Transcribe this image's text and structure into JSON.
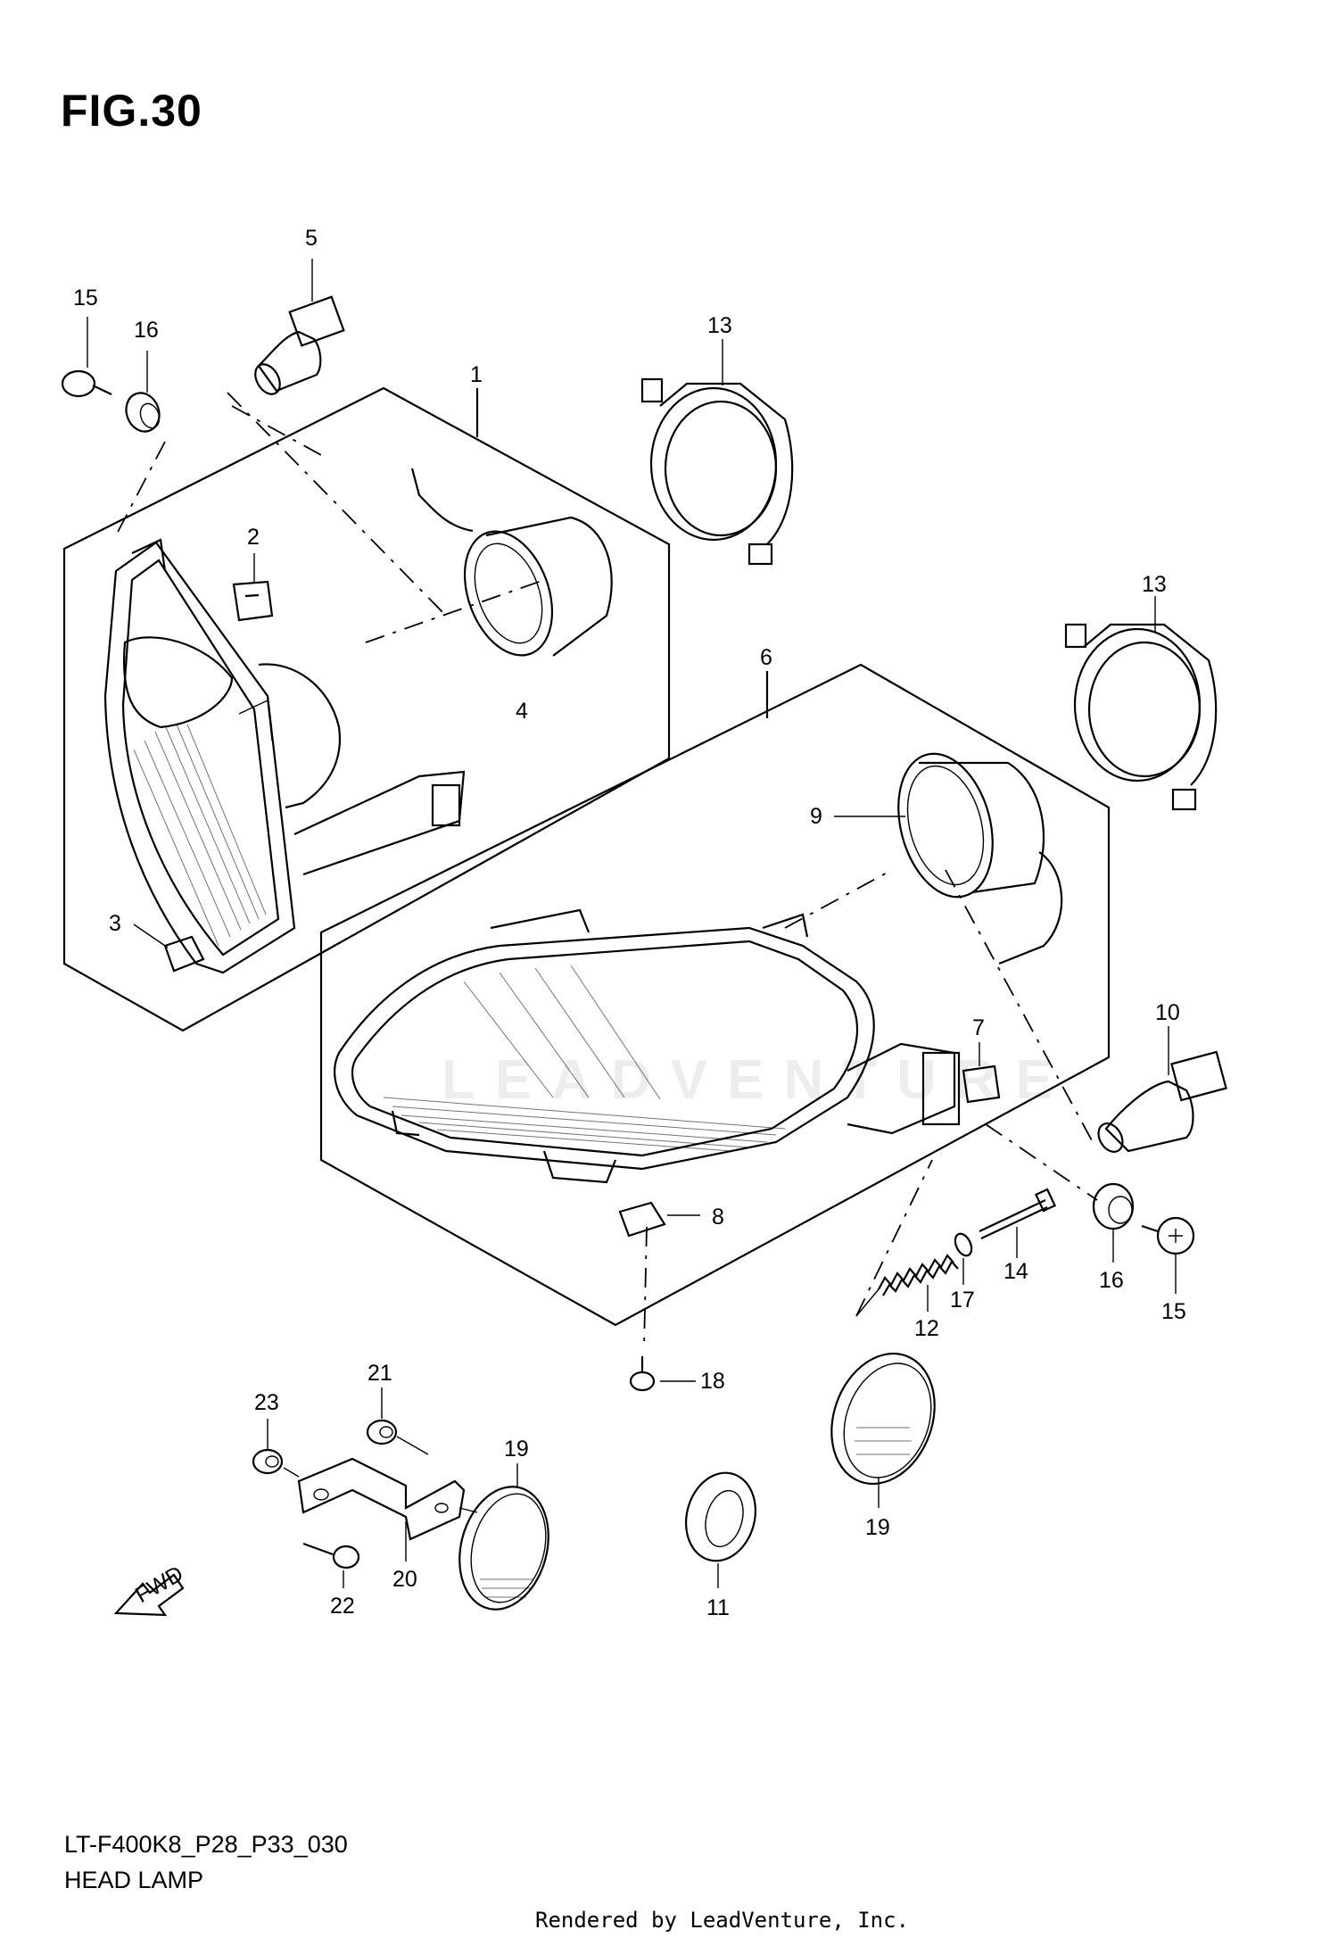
{
  "figure": {
    "title": "FIG.30",
    "model_code": "LT-F400K8_P28_P33_030",
    "section_name": "HEAD LAMP",
    "credit": "Rendered by LeadVenture, Inc.",
    "watermark": "LEADVENTURE",
    "fwd_label": "FWD"
  },
  "callouts": {
    "c1": "1",
    "c2": "2",
    "c3": "3",
    "c4": "4",
    "c5": "5",
    "c6": "6",
    "c7": "7",
    "c8": "8",
    "c9": "9",
    "c10": "10",
    "c11": "11",
    "c12": "12",
    "c13a": "13",
    "c13b": "13",
    "c14": "14",
    "c15a": "15",
    "c15b": "15",
    "c16a": "16",
    "c16b": "16",
    "c17": "17",
    "c18": "18",
    "c19a": "19",
    "c19b": "19",
    "c20": "20",
    "c21": "21",
    "c22": "22",
    "c23": "23"
  }
}
